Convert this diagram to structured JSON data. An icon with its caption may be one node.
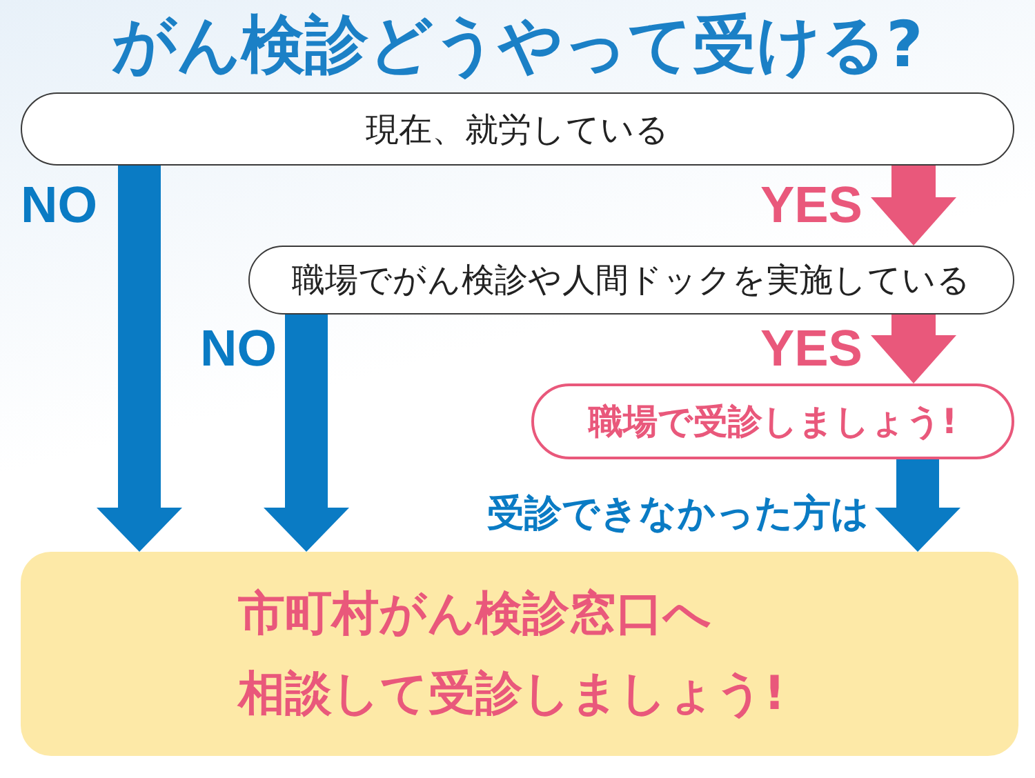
{
  "diagram": {
    "title": "がん検診どうやって受ける?",
    "nodes": [
      {
        "text": [
          "現在、就労している"
        ]
      },
      {
        "text": [
          "職場でがん検診や人間ドックを実施している"
        ]
      },
      {
        "text": [
          "職場で受診しましょう!"
        ]
      },
      {
        "text": [
          "市町村がん検診窓口へ相談して受診しましょう!"
        ]
      }
    ],
    "edges": [
      {
        "from": 0,
        "to": 3,
        "arrow": "to",
        "label": "NO"
      },
      {
        "from": 0,
        "to": 1,
        "arrow": "to",
        "label": "YES",
        "color": "#e9587b"
      },
      {
        "from": 1,
        "to": 3,
        "arrow": "to",
        "label": "NO"
      },
      {
        "from": 1,
        "to": 2,
        "arrow": "to",
        "label": "YES",
        "color": "#e9587b"
      },
      {
        "from": 2,
        "to": 3,
        "arrow": "to",
        "label": "受診できなかった方は"
      }
    ]
  }
}
